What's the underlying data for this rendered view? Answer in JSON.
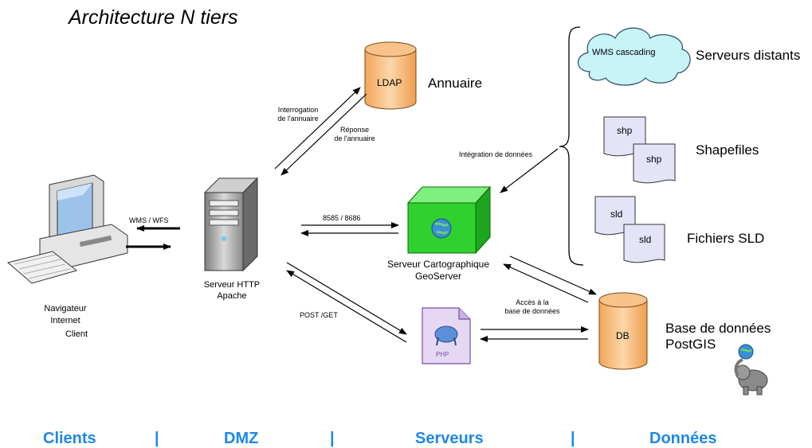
{
  "title": "Architecture N tiers",
  "nodes": {
    "ldap": {
      "label": "LDAP",
      "caption": "Annuaire"
    },
    "wms": {
      "label": "WMS cascading",
      "caption": "Serveurs distants"
    },
    "shp": {
      "label1": "shp",
      "label2": "shp",
      "caption": "Shapefiles"
    },
    "sld": {
      "label1": "sld",
      "label2": "sld",
      "caption": "Fichiers SLD"
    },
    "db": {
      "label": "DB",
      "caption_line1": "Base de données",
      "caption_line2": "PostGIS"
    },
    "geoserver": {
      "caption_line1": "Serveur Cartographique",
      "caption_line2": "GeoServer"
    },
    "apache": {
      "caption_line1": "Serveur HTTP",
      "caption_line2": "Apache"
    },
    "client": {
      "caption_line1": "Navigateur",
      "caption_line2": "Internet",
      "caption_line3": "Client"
    },
    "php": {
      "label": "PHP"
    }
  },
  "edges": {
    "interrogation_line1": "Interrogation",
    "interrogation_line2": "de l'annuaire",
    "reponse_line1": "Réponse",
    "reponse_line2": "de l'annuaire",
    "integration": "Intégration de données",
    "ports": "8585 / 8686",
    "wms_wfs": "WMS / WFS",
    "post_get": "POST /GET",
    "acces_line1": "Accès à la",
    "acces_line2": "base de données"
  },
  "footer": {
    "clients": "Clients",
    "dmz": "DMZ",
    "serveurs": "Serveurs",
    "donnees": "Données",
    "separator": "|"
  }
}
